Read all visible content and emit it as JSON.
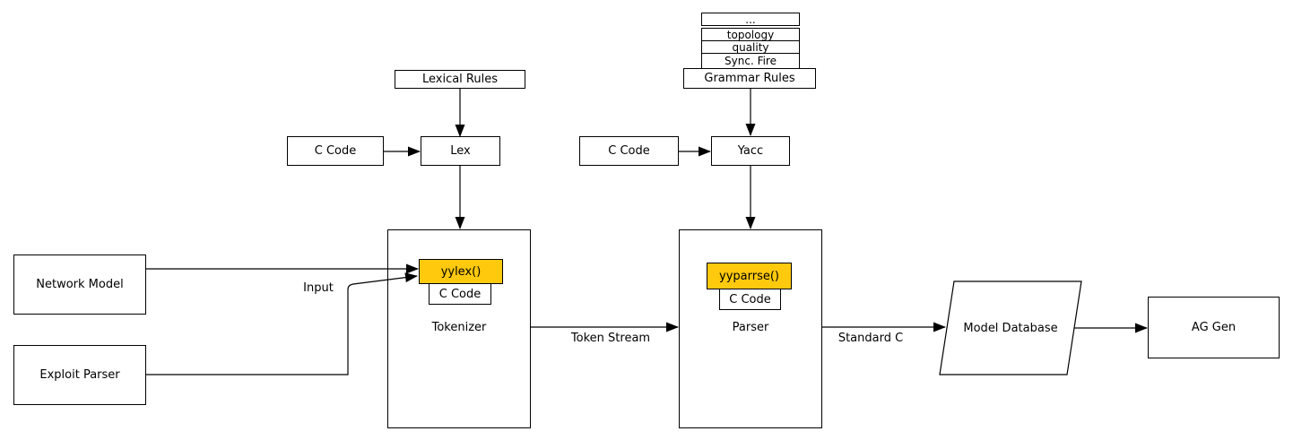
{
  "colors": {
    "highlight": "#FFC90E",
    "line": "#000000",
    "box_background": "#FFFFFF"
  },
  "stack": {
    "items": [
      "...",
      "topology",
      "quality",
      "Sync. Fire"
    ]
  },
  "nodes": {
    "grammar_rules": "Grammar Rules",
    "lexical_rules": "Lexical Rules",
    "c_code_lex_input": "C Code",
    "lex": "Lex",
    "c_code_yacc_input": "C Code",
    "yacc": "Yacc",
    "network_model": "Network Model",
    "exploit_parser": "Exploit Parser",
    "tokenizer": "Tokenizer",
    "yylex": "yylex()",
    "tokenizer_c_code": "C Code",
    "parser": "Parser",
    "yyparrse": "yyparrse()",
    "parser_c_code": "C Code",
    "model_database": "Model Database",
    "ag_gen": "AG Gen"
  },
  "edge_labels": {
    "input": "Input",
    "token_stream": "Token Stream",
    "standard_c": "Standard C"
  }
}
